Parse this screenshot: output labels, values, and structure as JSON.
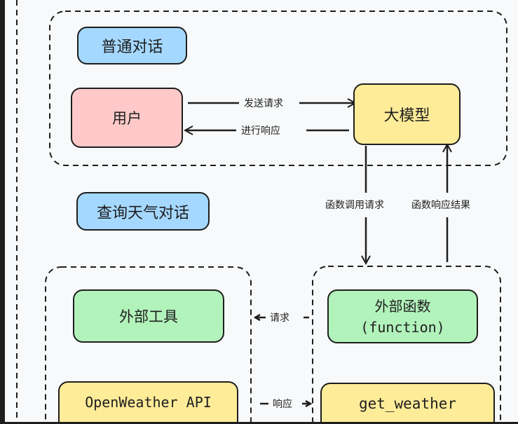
{
  "diagram": {
    "groups": {
      "normal_chat": {
        "title": "普通对话"
      },
      "weather_chat": {
        "title": "查询天气对话"
      }
    },
    "nodes": {
      "user": "用户",
      "llm": "大模型",
      "external_tool": "外部工具",
      "openweather_api": "OpenWeather API",
      "external_function_line1": "外部函数",
      "external_function_line2": "(function)",
      "get_weather": "get_weather"
    },
    "edges": {
      "send_request": "发送请求",
      "respond": "进行响应",
      "function_call_request": "函数调用请求",
      "function_response_result": "函数响应结果",
      "request": "请求",
      "response": "响应"
    },
    "colors": {
      "blue": "#a5d8ff",
      "pink": "#ffc9c9",
      "yellow": "#ffec99",
      "green": "#b2f2bb",
      "stroke": "#1e1e1e",
      "background": "#f8f9fa"
    }
  }
}
